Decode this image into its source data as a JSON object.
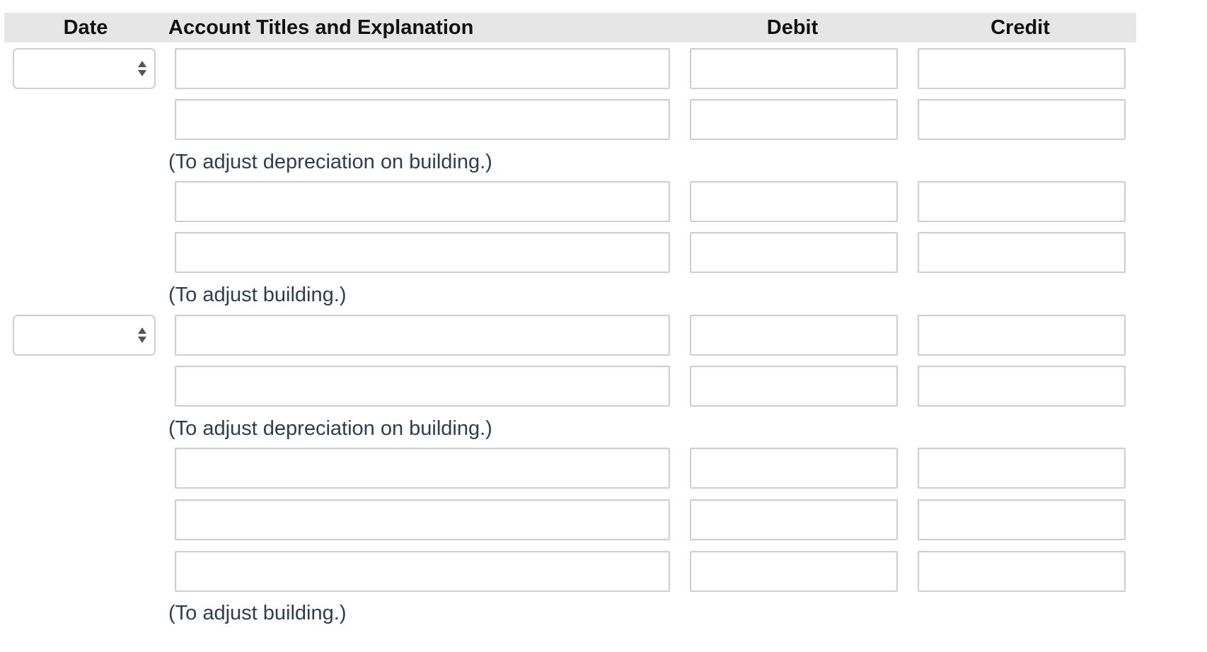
{
  "header": {
    "date": "Date",
    "account": "Account Titles and Explanation",
    "debit": "Debit",
    "credit": "Credit"
  },
  "entries": [
    {
      "has_date": true,
      "rows": 2,
      "explanation": "(To adjust depreciation on building.)"
    },
    {
      "has_date": false,
      "rows": 2,
      "explanation": "(To adjust building.)"
    },
    {
      "has_date": true,
      "rows": 2,
      "explanation": "(To adjust depreciation on building.)"
    },
    {
      "has_date": false,
      "rows": 3,
      "explanation": "(To adjust building.)"
    }
  ],
  "date_select": {
    "selected": ""
  },
  "icons": {
    "select_arrows": "up-down-arrows-icon"
  }
}
